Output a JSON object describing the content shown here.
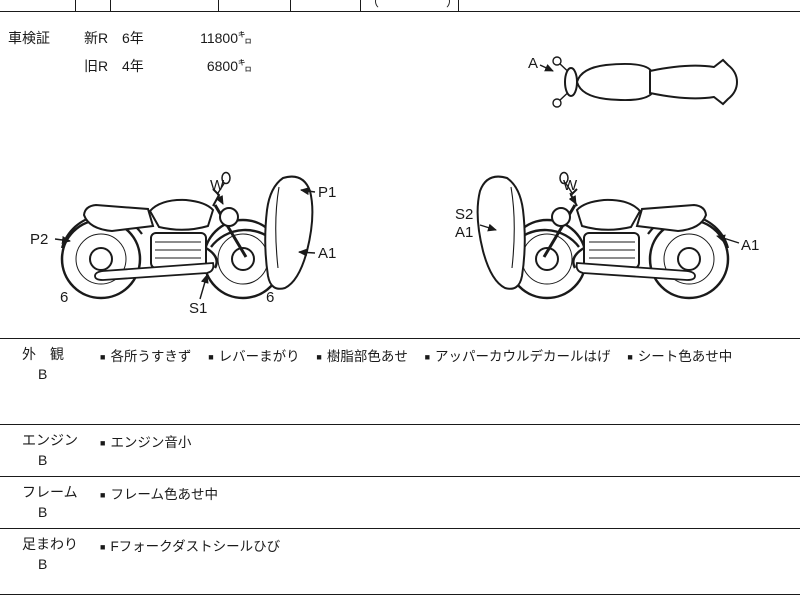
{
  "colors": {
    "ink": "#1a1a1a",
    "paper": "#ffffff"
  },
  "header_fragment": {
    "open": "（",
    "close": "）"
  },
  "shaken": {
    "label": "車検証",
    "rows": [
      {
        "era": "新R",
        "years": "6年",
        "distance": "11800㌔"
      },
      {
        "era": "旧R",
        "years": "4年",
        "distance": "6800㌔"
      }
    ]
  },
  "diagram": {
    "top_view_label": "A",
    "left_bike": {
      "w": "W",
      "p1": "P1",
      "p2": "P2",
      "a1": "A1",
      "s1": "S1",
      "tire_rear": "6",
      "tire_front": "6"
    },
    "right_bike": {
      "w": "W",
      "s2": "S2",
      "a1_left": "A1",
      "a1_right": "A1"
    }
  },
  "bullet": "■",
  "sections": [
    {
      "name": "外　観",
      "grade": "B",
      "comments": [
        "各所うすきず",
        "レバーまがり",
        "樹脂部色あせ",
        "アッパーカウルデカールはげ",
        "シート色あせ中"
      ]
    },
    {
      "name": "エンジン",
      "grade": "B",
      "comments": [
        "エンジン音小"
      ]
    },
    {
      "name": "フレーム",
      "grade": "B",
      "comments": [
        "フレーム色あせ中"
      ]
    },
    {
      "name": "足まわり",
      "grade": "B",
      "comments": [
        "Fフォークダストシールひび"
      ]
    }
  ]
}
